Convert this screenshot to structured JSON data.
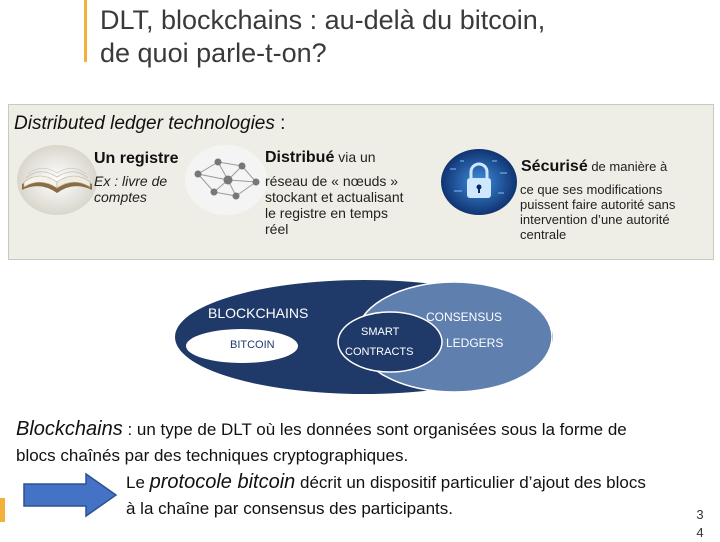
{
  "title": {
    "line1": "DLT, blockchains : au-delà du bitcoin,",
    "line2": "de quoi parle-t-on?"
  },
  "dlt_box": {
    "heading": "Distributed ledger technologies",
    "heading_suffix": " :",
    "col1": {
      "title": "Un registre",
      "desc_line1": "Ex : livre de",
      "desc_line2": "comptes",
      "image_icon": "open-book-icon"
    },
    "col2": {
      "title": "Distribué",
      "title_suffix": " via un",
      "desc_line1": "réseau de « nœuds »",
      "desc_line2": "stockant et actualisant",
      "desc_line3": "le registre en temps",
      "desc_line4": "réel",
      "image_icon": "network-nodes-icon"
    },
    "col3": {
      "title": "Sécurisé",
      "title_suffix": " de manière à",
      "desc_line1": "ce que ses modifications",
      "desc_line2": "puissent faire autorité sans",
      "desc_line3": "intervention d’une autorité",
      "desc_line4": "centrale",
      "image_icon": "padlock-icon"
    }
  },
  "venn": {
    "blockchains": "BLOCKCHAINS",
    "bitcoin": "BITCOIN",
    "smart": "SMART",
    "contracts": "CONTRACTS",
    "consensus": "CONSENSUS",
    "ledgers": "LEDGERS",
    "colors": {
      "outer": "#1f3a68",
      "inner": "#5f7fae",
      "bitcoin": "#ffffff",
      "smart": "#1f3a68"
    }
  },
  "blockchains_def": {
    "term": "Blockchains",
    "term_suffix": " : ",
    "line1_rest": "un type de DLT où les données sont organisées sous la forme de",
    "line2": "blocs chaînés par des techniques cryptographiques.",
    "line3_prefix": "Le ",
    "line3_term": "protocole bitcoin",
    "line3_rest": " décrit un dispositif particulier d’ajout des blocs",
    "line4": "à la chaîne par consensus des participants."
  },
  "page_number": {
    "line1": "3",
    "line2": "4"
  },
  "accent_color": "#f2b23a"
}
